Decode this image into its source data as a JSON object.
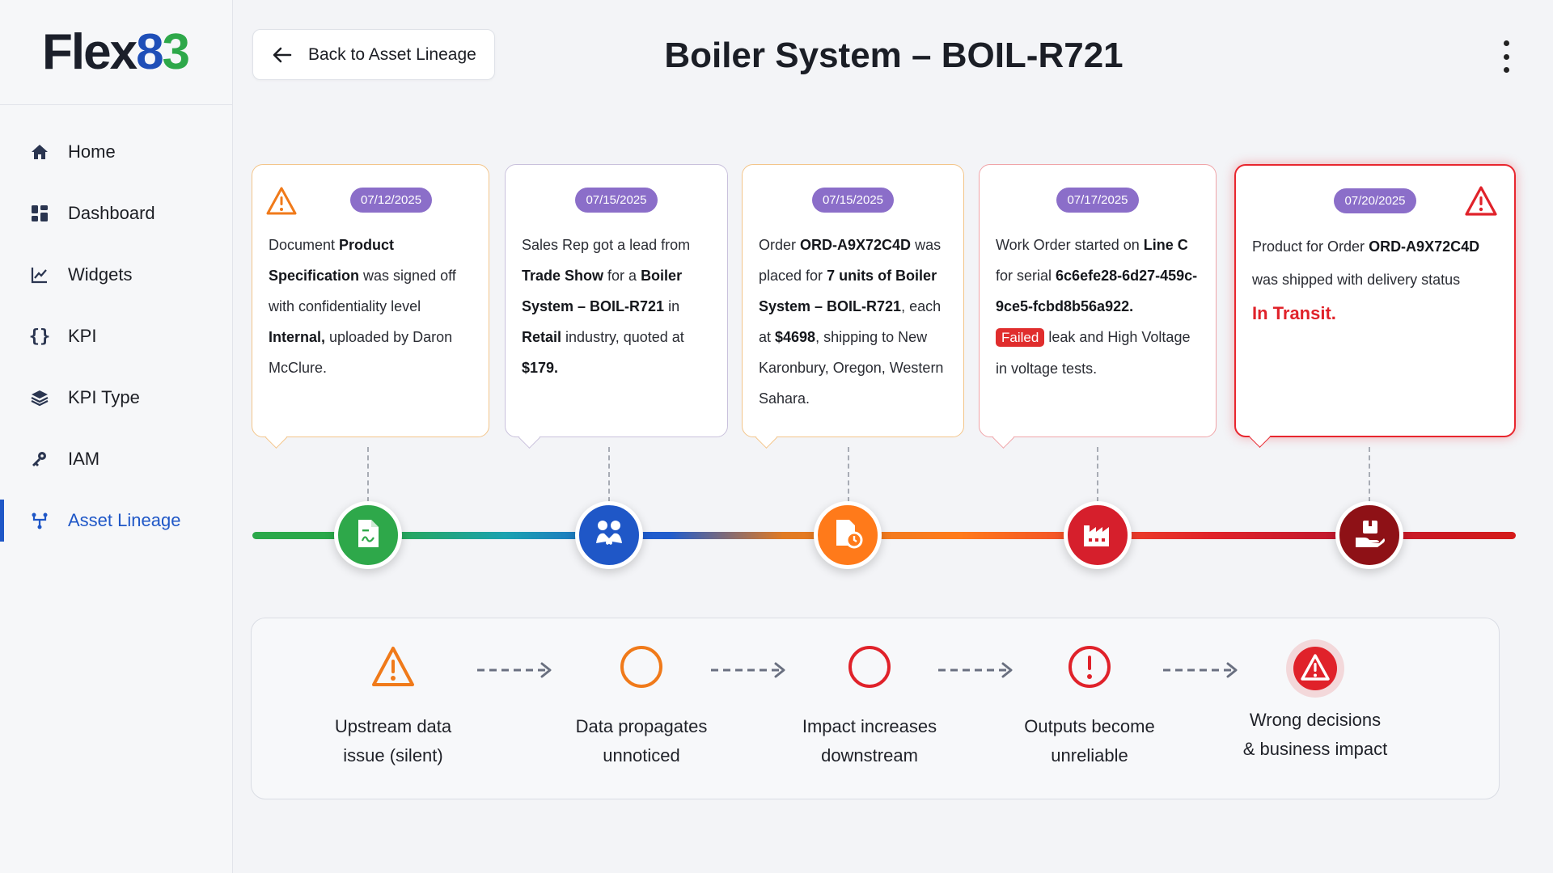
{
  "app": {
    "logo": {
      "part1": "Flex",
      "part2": "8",
      "part3": "3"
    }
  },
  "sidebar": {
    "items": [
      {
        "label": "Home",
        "icon": "home-icon"
      },
      {
        "label": "Dashboard",
        "icon": "dashboard-icon"
      },
      {
        "label": "Widgets",
        "icon": "chart-line-icon"
      },
      {
        "label": "KPI",
        "icon": "braces-icon"
      },
      {
        "label": "KPI Type",
        "icon": "layers-icon"
      },
      {
        "label": "IAM",
        "icon": "key-icon"
      },
      {
        "label": "Asset Lineage",
        "icon": "lineage-icon",
        "active": true
      }
    ]
  },
  "header": {
    "back_label": "Back to Asset Lineage",
    "title": "Boiler System – BOIL-R721"
  },
  "events": [
    {
      "date": "07/12/2025",
      "parts": [
        "Document ",
        "Product Specification",
        " was signed off with confidentiality level ",
        "Internal,",
        " uploaded by Daron McClure."
      ],
      "node_icon": "document-icon",
      "node_color": "#2ea84a",
      "border_color": "#f3c58a"
    },
    {
      "date": "07/15/2025",
      "parts": [
        "Sales Rep got a lead from ",
        "Trade Show",
        " for a ",
        "Boiler System – BOIL-R721",
        " in ",
        "Retail",
        " industry, quoted at ",
        "$179."
      ],
      "node_icon": "handshake-icon",
      "node_color": "#1f57c7",
      "border_color": "#c9c1dc"
    },
    {
      "date": "07/15/2025",
      "parts": [
        "Order ",
        "ORD-A9X72C4D",
        " was placed for ",
        "7 units of Boiler System – BOIL-R721",
        ", each at ",
        "$4698",
        ", shipping to New Karonbury, Oregon, Western Sahara."
      ],
      "node_icon": "order-clock-icon",
      "node_color": "#ff7a1a",
      "border_color": "#f3c58a"
    },
    {
      "date": "07/17/2025",
      "parts": [
        "Work Order started on ",
        "Line C",
        " for serial ",
        "6c6efe28-6d27-459c-9ce5-fcbd8b56a922."
      ],
      "failed_label": "Failed",
      "failed_text": "leak and High Voltage in voltage tests.",
      "node_icon": "factory-icon",
      "node_color": "#d61f2c",
      "border_color": "#f0a4a8"
    },
    {
      "date": "07/20/2025",
      "parts": [
        "Product for Order ",
        "ORD-A9X72C4D",
        " was shipped with delivery status"
      ],
      "status": "In Transit.",
      "node_icon": "delivery-hand-icon",
      "node_color": "#8e1116",
      "border_color": "#e8262e"
    }
  ],
  "impact_flow": [
    {
      "line1": "Upstream data",
      "line2": "issue (silent)",
      "icon": "warning-triangle-icon",
      "color": "#f07a1a"
    },
    {
      "line1": "Data propagates",
      "line2": "unnoticed",
      "icon": "circle-outline-icon",
      "color": "#f07a1a"
    },
    {
      "line1": "Impact increases",
      "line2": "downstream",
      "icon": "circle-outline-icon",
      "color": "#e0222a"
    },
    {
      "line1": "Outputs become",
      "line2": "unreliable",
      "icon": "exclamation-circle-icon",
      "color": "#e0222a"
    },
    {
      "line1": "Wrong decisions",
      "line2": "& business impact",
      "icon": "alert-filled-icon",
      "color": "#e0222a"
    }
  ]
}
